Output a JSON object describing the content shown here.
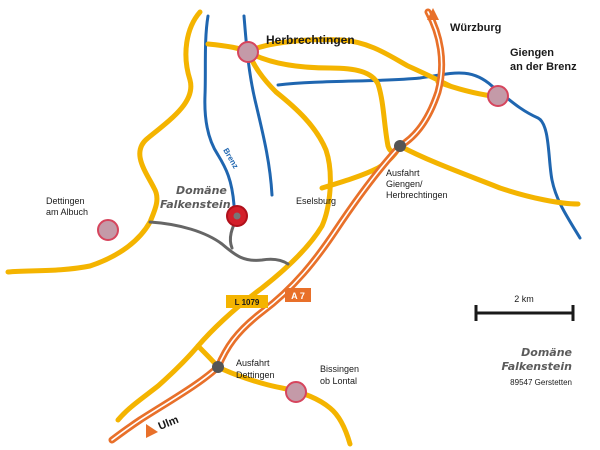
{
  "map": {
    "colors": {
      "road": "#f4b400",
      "motorway": "#e8702a",
      "river": "#1f66b0",
      "access": "#666666",
      "town_fill": "#c49aa8",
      "town_stroke": "#d6455d",
      "domain_fill": "#d31f2a",
      "junction": "#555555"
    },
    "places": {
      "herbrechtingen": "Herbrechtingen",
      "wuerzburg": "Würzburg",
      "giengen_line1": "Giengen",
      "giengen_line2": "an der Brenz",
      "dettingen_albuch_line1": "Dettingen",
      "dettingen_albuch_line2": "am Albuch",
      "eselsburg": "Eselsburg",
      "bissingen_line1": "Bissingen",
      "bissingen_line2": "ob Lontal",
      "ulm": "Ulm"
    },
    "domain_label_line1": "Domäne",
    "domain_label_line2": "Falkenstein",
    "river_name": "Brenz",
    "exits": {
      "giengen_line1": "Ausfahrt",
      "giengen_line2": "Giengen/",
      "giengen_line3": "Herbrechtingen",
      "dettingen_line1": "Ausfahrt",
      "dettingen_line2": "Dettingen"
    },
    "roads": {
      "l1079": "L 1079",
      "a7": "A 7"
    },
    "scale": {
      "label": "2 km"
    },
    "address": {
      "line1": "Domäne",
      "line2": "Falkenstein",
      "line3": "89547 Gerstetten"
    }
  }
}
